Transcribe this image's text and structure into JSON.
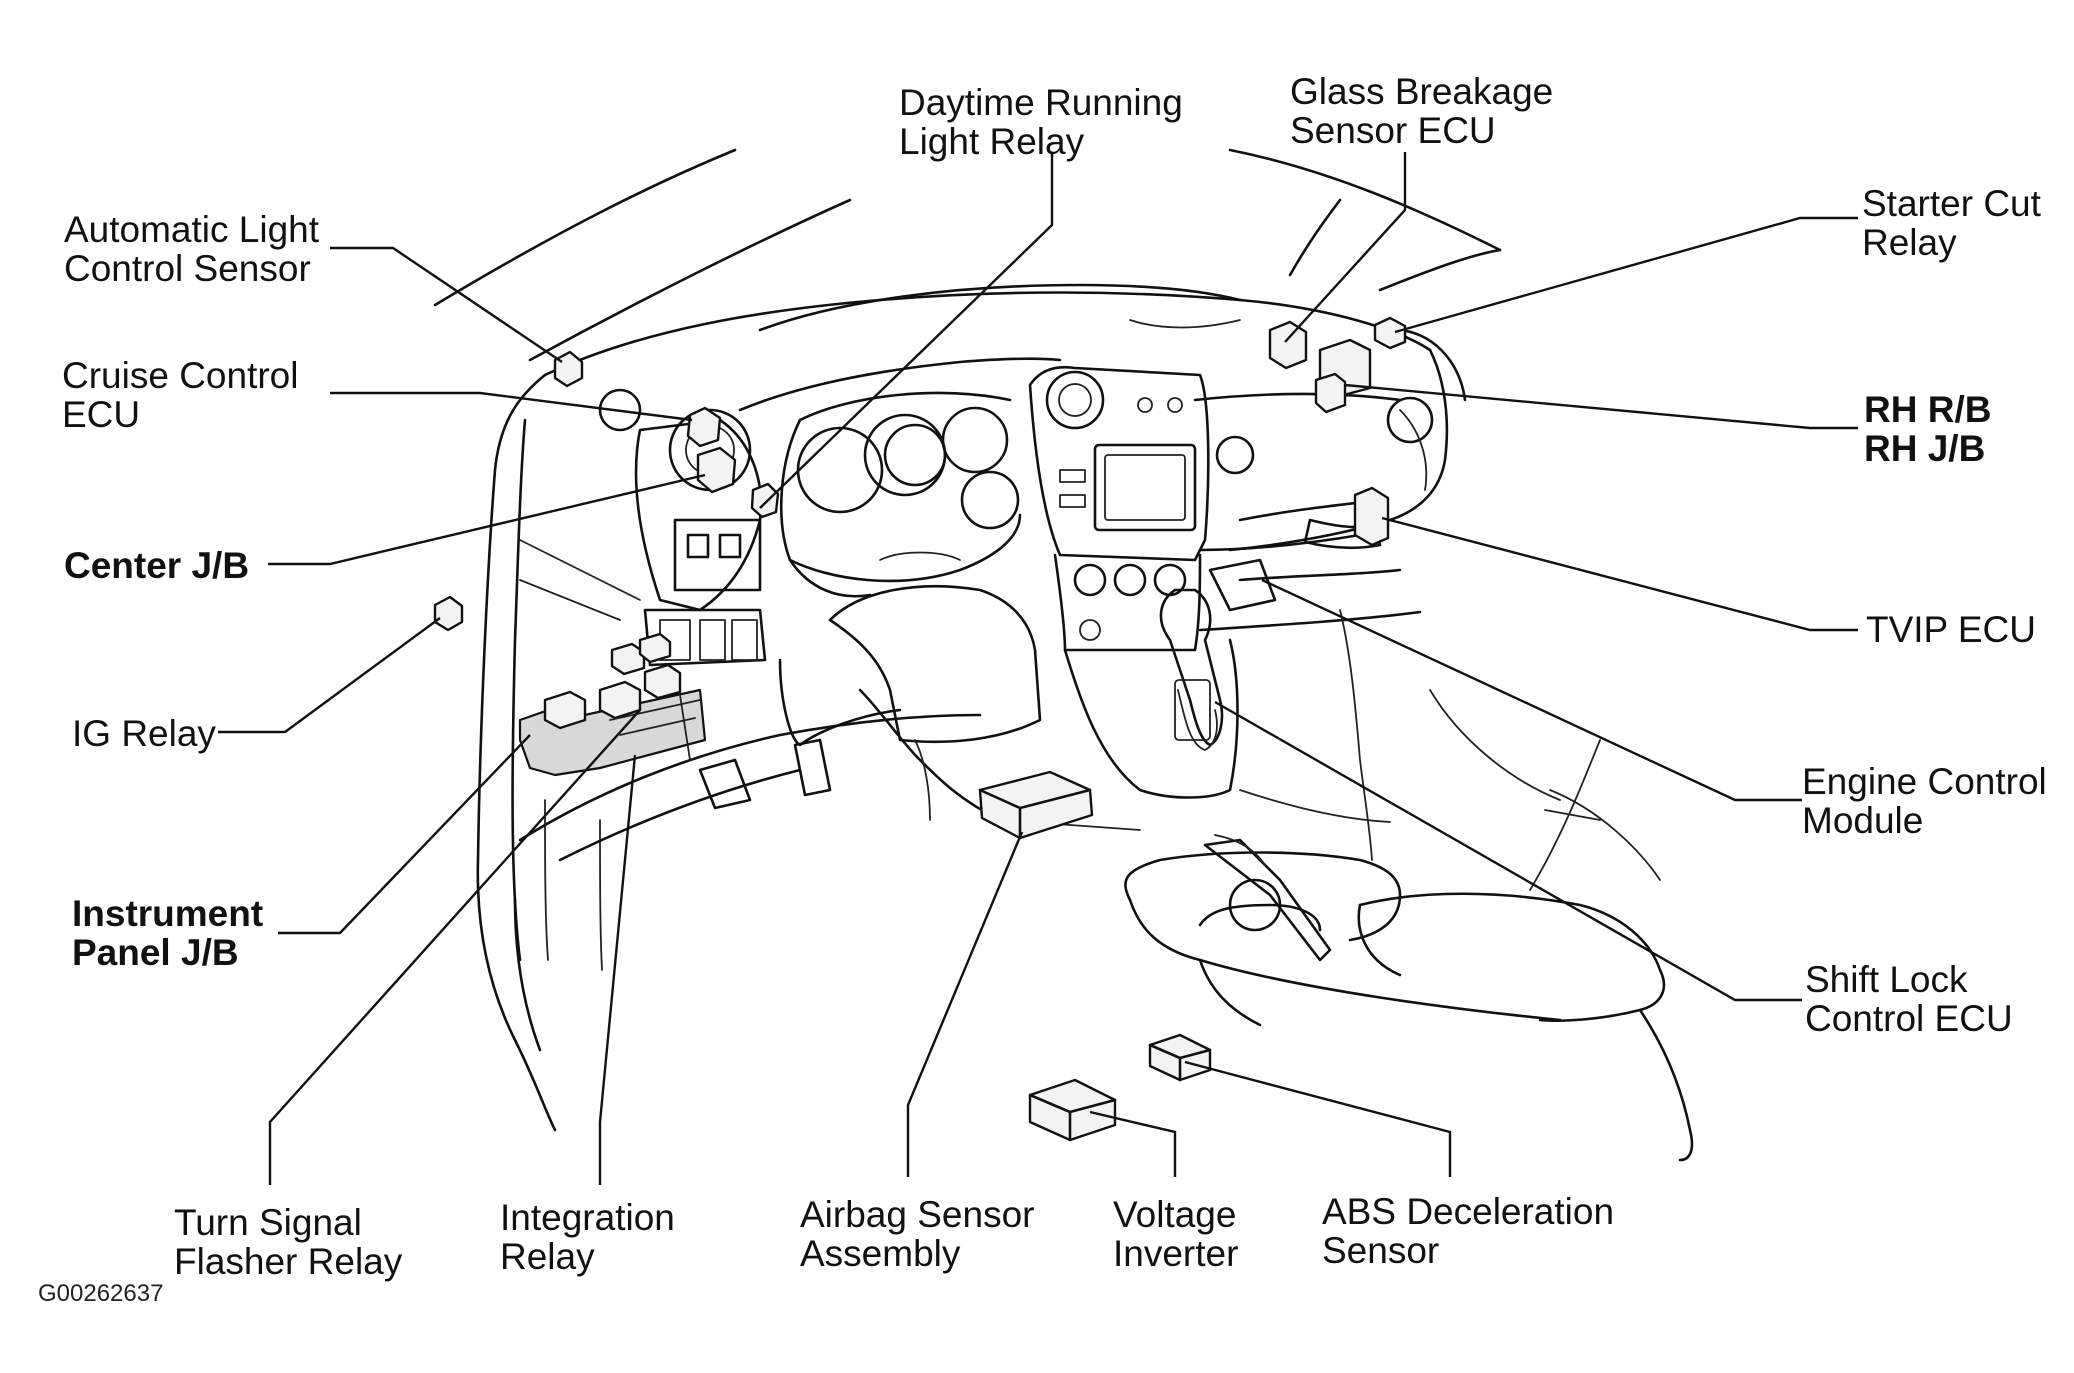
{
  "labels": {
    "automatic_light_control_sensor": [
      "Automatic Light",
      "Control Sensor"
    ],
    "cruise_control_ecu": [
      "Cruise Control",
      "ECU"
    ],
    "center_jb": [
      "Center J/B"
    ],
    "ig_relay": [
      "IG Relay"
    ],
    "instrument_panel_jb": [
      "Instrument",
      "Panel J/B"
    ],
    "turn_signal_flasher_relay": [
      "Turn Signal",
      "Flasher Relay"
    ],
    "integration_relay": [
      "Integration",
      "Relay"
    ],
    "airbag_sensor_assembly": [
      "Airbag Sensor",
      "Assembly"
    ],
    "voltage_inverter": [
      "Voltage",
      "Inverter"
    ],
    "abs_deceleration_sensor": [
      "ABS Deceleration",
      "Sensor"
    ],
    "daytime_running_light_relay": [
      "Daytime Running",
      "Light Relay"
    ],
    "glass_breakage_sensor_ecu": [
      "Glass Breakage",
      "Sensor ECU"
    ],
    "starter_cut_relay": [
      "Starter Cut",
      "Relay"
    ],
    "rh_rb_rh_jb": [
      "RH R/B",
      "RH J/B"
    ],
    "tvip_ecu": [
      "TVIP ECU"
    ],
    "engine_control_module": [
      "Engine Control",
      "Module"
    ],
    "shift_lock_control_ecu": [
      "Shift Lock",
      "Control ECU"
    ]
  },
  "figure_code": "G00262637"
}
